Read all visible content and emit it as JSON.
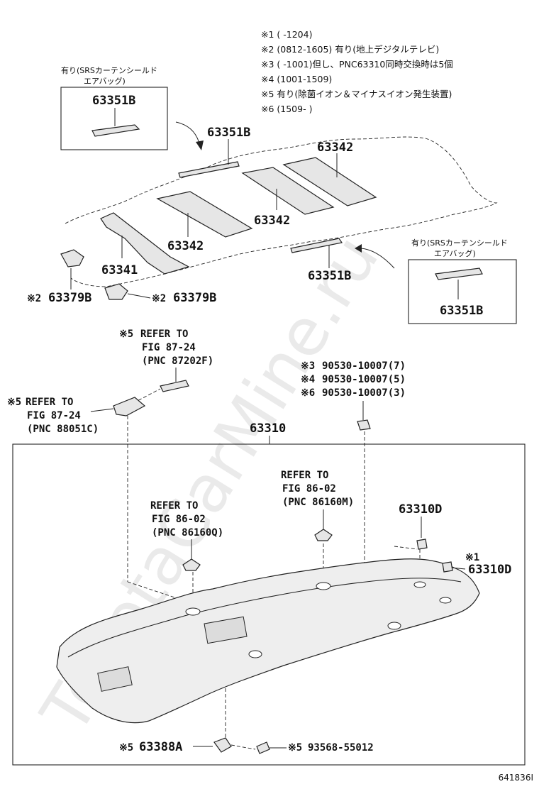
{
  "notes": [
    "※1 (     -1204)",
    "※2 (0812-1605) 有り(地上デジタルテレビ)",
    "※3 (     -1001)但し、PNC63310同時交換時は5個",
    "※4 (1001-1509)",
    "※5 有り(除菌イオン＆マイナスイオン発生装置)",
    "※6 (1509-      )"
  ],
  "inset_left": {
    "caption_line1": "有り(SRSカーテンシールド",
    "caption_line2": "エアバッグ)",
    "part": "63351B"
  },
  "inset_right": {
    "caption_line1": "有り(SRSカーテンシールド",
    "caption_line2": "エアバッグ)",
    "part": "63351B"
  },
  "roof_parts": {
    "p_63351B_top": "63351B",
    "p_63342_a": "63342",
    "p_63342_b": "63342",
    "p_63342_c": "63342",
    "p_63341": "63341",
    "p_63351B_bottom": "63351B"
  },
  "clips": {
    "left_mark": "※2",
    "left_part": "63379B",
    "right_mark": "※2",
    "right_part": "63379B"
  },
  "refs": {
    "ref_87202F": {
      "mark": "※5",
      "line1": "REFER TO",
      "line2": "FIG 87-24",
      "line3": "(PNC 87202F)"
    },
    "ref_88051C": {
      "mark": "※5",
      "line1": "REFER TO",
      "line2": "FIG 87-24",
      "line3": "(PNC 88051C)"
    },
    "ref_86160Q": {
      "line1": "REFER TO",
      "line2": "FIG 86-02",
      "line3": "(PNC 86160Q)"
    },
    "ref_86160M": {
      "line1": "REFER TO",
      "line2": "FIG 86-02",
      "line3": "(PNC 86160M)"
    }
  },
  "screws": [
    {
      "mark": "※3",
      "part": "90530-10007(7)"
    },
    {
      "mark": "※4",
      "part": "90530-10007(5)"
    },
    {
      "mark": "※6",
      "part": "90530-10007(3)"
    }
  ],
  "headliner": {
    "part": "63310",
    "clip_d_top": "63310D",
    "clip_d_right_mark": "※1",
    "clip_d_right": "63310D"
  },
  "bottom_parts": {
    "left_mark": "※5",
    "left_part": "63388A",
    "right_mark": "※5",
    "right_part": "93568-55012"
  },
  "figure_id": "641836I",
  "watermark": "ToyotaCarMine.ru"
}
